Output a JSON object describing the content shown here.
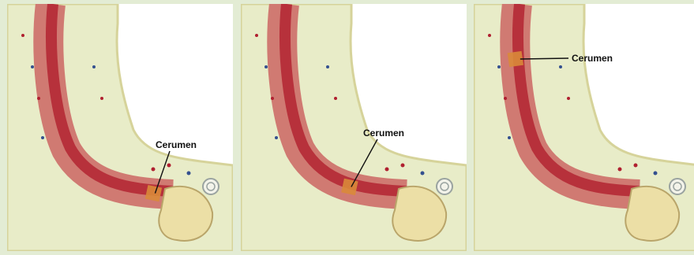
{
  "colors": {
    "background": "#e3ecd4",
    "panel": "#ffffff",
    "tissue": "#e8ecc8",
    "tissue_border": "#d6d39a",
    "canal_outer": "#d07a72",
    "canal_inner": "#b7313b",
    "wax": "#d9893a",
    "bone": "#ecdfa6",
    "bone_edge": "#b9a56a",
    "dot_red": "#b02030",
    "dot_blue": "#34508f"
  },
  "panels": [
    {
      "id": "panel-1",
      "wax_t": 0.93,
      "label": "Cerumen"
    },
    {
      "id": "panel-2",
      "wax_t": 0.78,
      "label": "Cerumen"
    },
    {
      "id": "panel-3",
      "wax_t": 0.18,
      "label": "Cerumen"
    }
  ]
}
